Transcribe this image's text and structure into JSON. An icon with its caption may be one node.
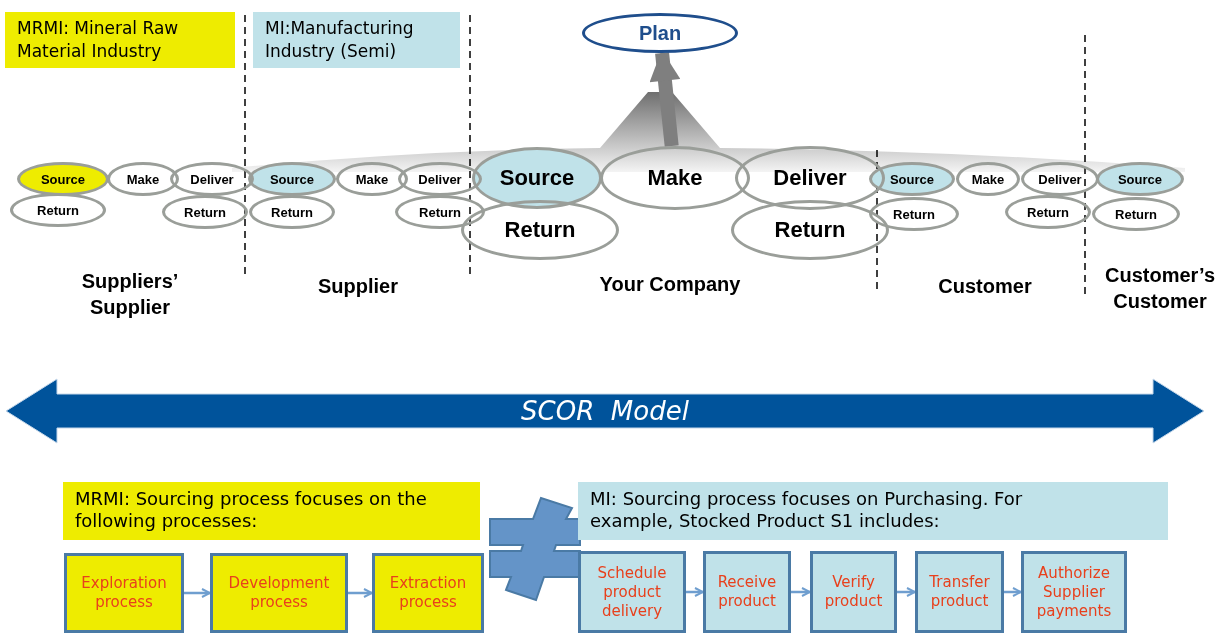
{
  "diagram": {
    "nodes": [
      {
        "text": [
          "MRMI: Mineral Raw Material Industry"
        ]
      },
      {
        "text": [
          "MI:Manufacturing Industry (Semi)"
        ]
      },
      {
        "text": [
          "Plan"
        ]
      },
      {
        "text": [
          "Source"
        ]
      },
      {
        "text": [
          "Make"
        ]
      },
      {
        "text": [
          "Deliver"
        ]
      },
      {
        "text": [
          "Return"
        ]
      },
      {
        "text": [
          "Return"
        ]
      },
      {
        "text": [
          "Source"
        ]
      },
      {
        "text": [
          "Make"
        ]
      },
      {
        "text": [
          "Deliver"
        ]
      },
      {
        "text": [
          "Return"
        ]
      },
      {
        "text": [
          "Return"
        ]
      },
      {
        "text": [
          "Source"
        ]
      },
      {
        "text": [
          "Make"
        ]
      },
      {
        "text": [
          "Deliver"
        ]
      },
      {
        "text": [
          "Return"
        ]
      },
      {
        "text": [
          "Return"
        ]
      },
      {
        "text": [
          "Source"
        ]
      },
      {
        "text": [
          "Make"
        ]
      },
      {
        "text": [
          "Deliver"
        ]
      },
      {
        "text": [
          "Return"
        ]
      },
      {
        "text": [
          "Return"
        ]
      },
      {
        "text": [
          "Source"
        ]
      },
      {
        "text": [
          "Return"
        ]
      },
      {
        "text": [
          "SCOR  Model"
        ]
      },
      {
        "text": [
          "MRMI: Sourcing process focuses on the following processes:"
        ]
      },
      {
        "text": [
          "MI: Sourcing process focuses on Purchasing. For example, Stocked Product S1 includes:"
        ]
      },
      {
        "text": [
          "Exploration process"
        ]
      },
      {
        "text": [
          "Development process"
        ]
      },
      {
        "text": [
          "Extraction process"
        ]
      },
      {
        "text": [
          "Schedule product delivery"
        ]
      },
      {
        "text": [
          "Receive product"
        ]
      },
      {
        "text": [
          "Verify product"
        ]
      },
      {
        "text": [
          "Transfer product"
        ]
      },
      {
        "text": [
          "Authorize Supplier payments"
        ]
      }
    ],
    "edges": [
      {
        "from": 14,
        "to": 2,
        "arrow": "to",
        "style": "thick",
        "color": "#7f7f7f"
      },
      {
        "from": 28,
        "to": 29,
        "arrow": "to"
      },
      {
        "from": 29,
        "to": 30,
        "arrow": "to"
      },
      {
        "from": 31,
        "to": 32,
        "arrow": "to"
      },
      {
        "from": 32,
        "to": 33,
        "arrow": "to"
      },
      {
        "from": 33,
        "to": 34,
        "arrow": "to"
      },
      {
        "from": 34,
        "to": 35,
        "arrow": "to"
      }
    ],
    "labels": [
      "Suppliers’ Supplier",
      "Supplier",
      "Your Company",
      "Customer",
      "Customer’s Customer"
    ]
  }
}
